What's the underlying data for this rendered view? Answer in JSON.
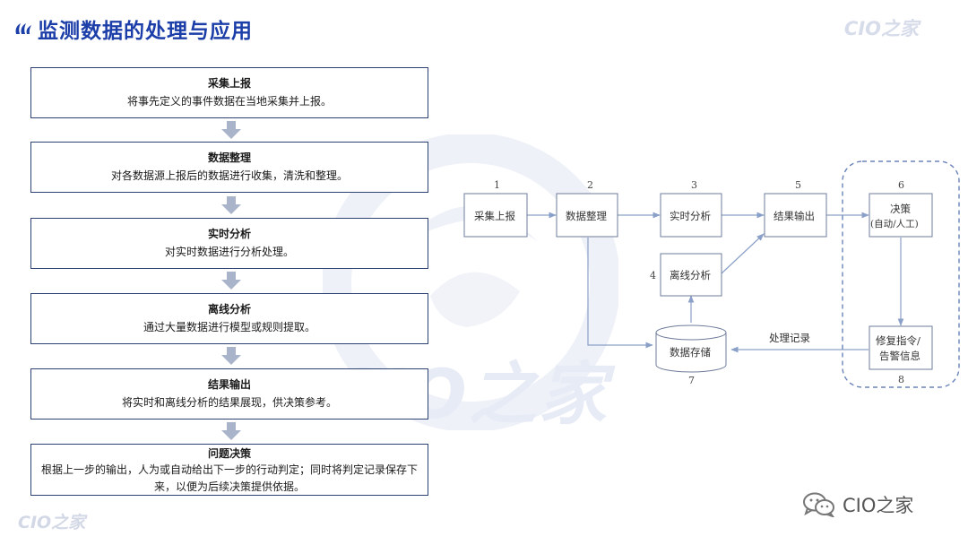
{
  "page": {
    "title": "监测数据的处理与应用",
    "corner_logo": "CIO之家",
    "bottom_logo": "CIO之家",
    "watermark": "CIO之家",
    "wechat_name": "CIO之家"
  },
  "steps": [
    {
      "title": "采集上报",
      "desc": "将事先定义的事件数据在当地采集并上报。"
    },
    {
      "title": "数据整理",
      "desc": "对各数据源上报后的数据进行收集，清洗和整理。"
    },
    {
      "title": "实时分析",
      "desc": "对实时数据进行分析处理。"
    },
    {
      "title": "离线分析",
      "desc": "通过大量数据进行模型或规则提取。"
    },
    {
      "title": "结果输出",
      "desc": "将实时和离线分析的结果展现，供决策参考。"
    },
    {
      "title": "问题决策",
      "desc": "根据上一步的输出，人为或自动给出下一步的行动判定；同时将判定记录保存下来，以便为后续决策提供依据。"
    }
  ],
  "diagram": {
    "nodes": [
      {
        "num": "1",
        "label": "采集上报"
      },
      {
        "num": "2",
        "label": "数据整理"
      },
      {
        "num": "3",
        "label": "实时分析"
      },
      {
        "num": "4",
        "label": "离线分析"
      },
      {
        "num": "5",
        "label": "结果输出"
      },
      {
        "num": "6",
        "label1": "决策",
        "label2": "(自动/人工)"
      },
      {
        "num": "7",
        "label": "数据存储"
      },
      {
        "num": "8",
        "label1": "修复指令/",
        "label2": "告警信息"
      }
    ],
    "edge_label": "处理记录"
  },
  "colors": {
    "title": "#1c3ea8",
    "box_border": "#2d4173",
    "arrow": "#a9b3c9",
    "diagram_line": "#8aa0c8",
    "dashed_group": "#6b84b8"
  }
}
